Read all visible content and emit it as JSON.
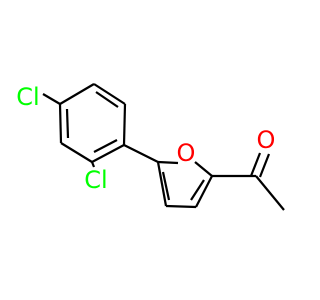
{
  "molecule": {
    "atoms": {
      "cl_left": "Cl",
      "cl_lower": "Cl",
      "oxygen_ring": "O",
      "oxygen_carbonyl": "O"
    },
    "colors": {
      "chlorine": "#00ff00",
      "oxygen": "#ff0000",
      "bond": "#000000"
    }
  }
}
